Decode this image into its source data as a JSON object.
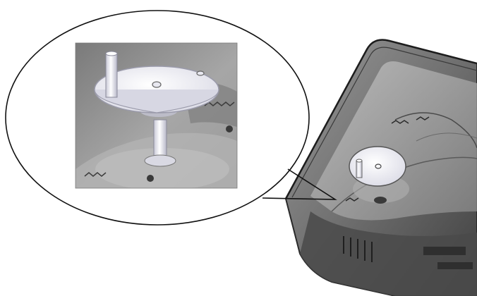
{
  "figure": {
    "components": [
      {
        "name": "housing",
        "icon": "translucent-enclosure"
      },
      {
        "name": "gear-disc",
        "icon": "disc-with-pin"
      },
      {
        "name": "detail-callout",
        "icon": "magnified-view"
      }
    ],
    "colors": {
      "background": "#ffffff",
      "housing_fill": "#6f6f6f",
      "housing_edge": "#2a2a2a",
      "disc_fill": "#f4f4f8",
      "callout_outline": "#111111",
      "inset_background": "#8d8d8d"
    }
  }
}
